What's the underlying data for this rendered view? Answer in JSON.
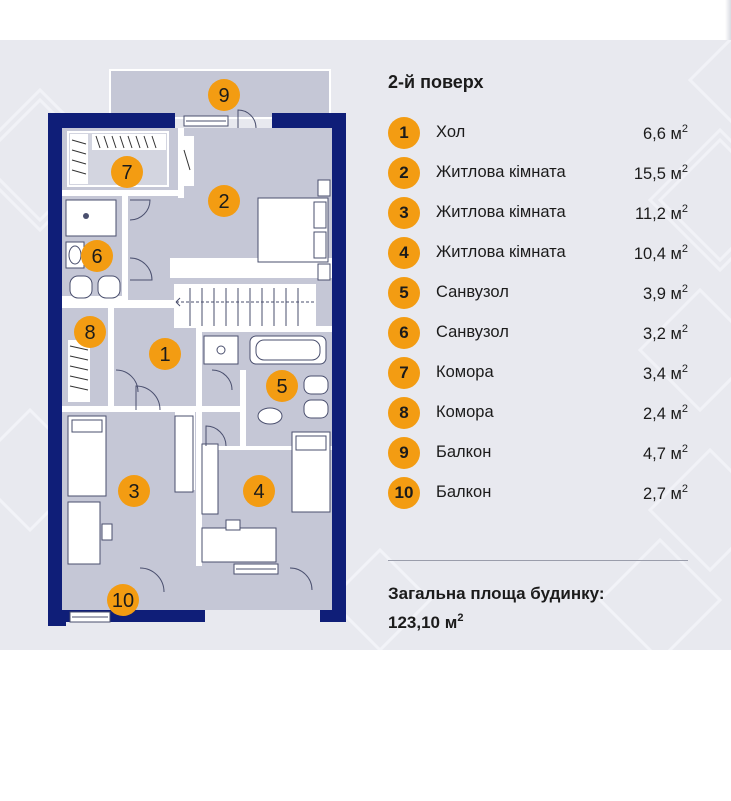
{
  "legend": {
    "title": "2-й поверх",
    "unit": "м",
    "rooms": [
      {
        "num": "1",
        "name": "Хол",
        "area": "6,6"
      },
      {
        "num": "2",
        "name": "Житлова кімната",
        "area": "15,5"
      },
      {
        "num": "3",
        "name": "Житлова кімната",
        "area": "11,2"
      },
      {
        "num": "4",
        "name": "Житлова кімната",
        "area": "10,4"
      },
      {
        "num": "5",
        "name": "Санвузол",
        "area": "3,9"
      },
      {
        "num": "6",
        "name": "Санвузол",
        "area": "3,2"
      },
      {
        "num": "7",
        "name": "Комора",
        "area": "3,4"
      },
      {
        "num": "8",
        "name": "Комора",
        "area": "2,4"
      },
      {
        "num": "9",
        "name": "Балкон",
        "area": "4,7"
      },
      {
        "num": "10",
        "name": "Балкон",
        "area": "2,7"
      }
    ]
  },
  "total": {
    "label": "Загальна площа будинку:",
    "value": "123,10",
    "unit": "м"
  },
  "plan_labels": [
    "1",
    "2",
    "3",
    "4",
    "5",
    "6",
    "7",
    "8",
    "9",
    "10"
  ],
  "colors": {
    "wall": "#0f1e78",
    "floor": "#c5c7d6",
    "badge": "#f39c12",
    "panel": "#e8e9ef"
  }
}
